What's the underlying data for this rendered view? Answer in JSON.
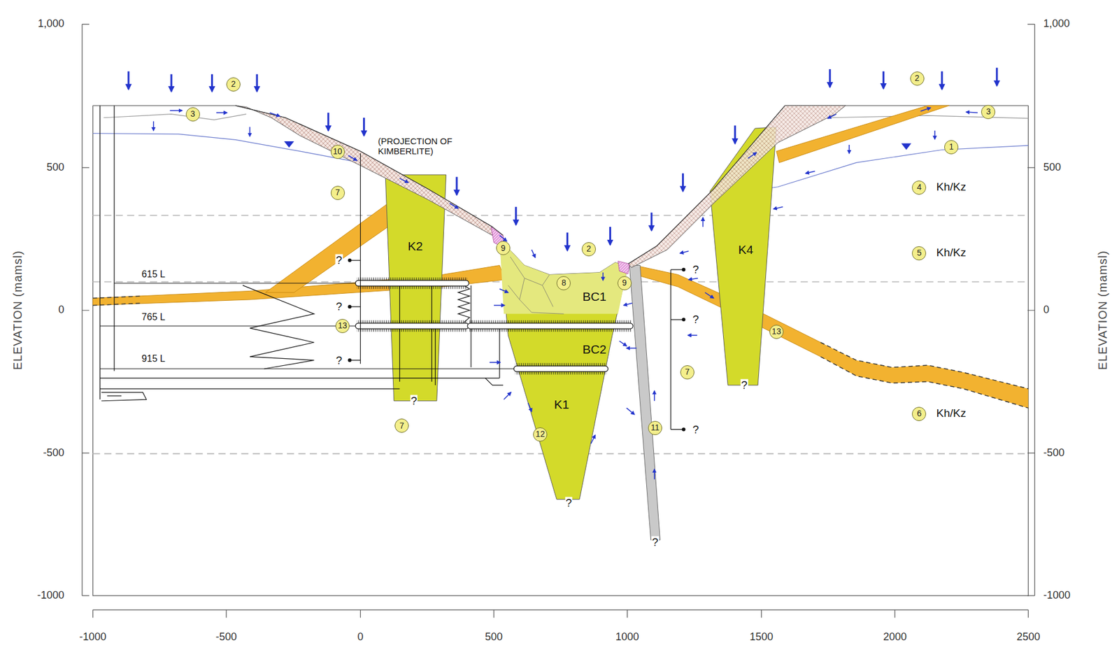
{
  "diagram": {
    "nodes": [
      {
        "text": [
          "K2"
        ]
      },
      {
        "text": [
          "K1"
        ]
      },
      {
        "text": [
          "BC1"
        ],
        "in": 1
      },
      {
        "text": [
          "BC2"
        ],
        "in": 1
      },
      {
        "text": [
          "K4"
        ]
      }
    ],
    "labels": [
      "1,000",
      "500",
      "0",
      "-500",
      "-1000",
      "1,000",
      "500",
      "0",
      "-500",
      "-1000",
      "ELEVATION (mamsl)",
      "ELEVATION (mamsl)",
      "-1000",
      "-500",
      "0",
      "500",
      "1000",
      "1500",
      "2000",
      "2500",
      "(PROJECTION OF KIMBERLITE)",
      "615 L",
      "765 L",
      "915 L",
      "2",
      "2",
      "2",
      "3",
      "3",
      "1",
      "10",
      "7",
      "7",
      "7",
      "9",
      "9",
      "8",
      "13",
      "13",
      "11",
      "12",
      "4",
      "5",
      "6",
      "Kh/Kz",
      "Kh/Kz",
      "Kh/Kz",
      "?",
      "?",
      "?",
      "?",
      "?",
      "?",
      "?",
      "?",
      "?",
      "?"
    ]
  }
}
